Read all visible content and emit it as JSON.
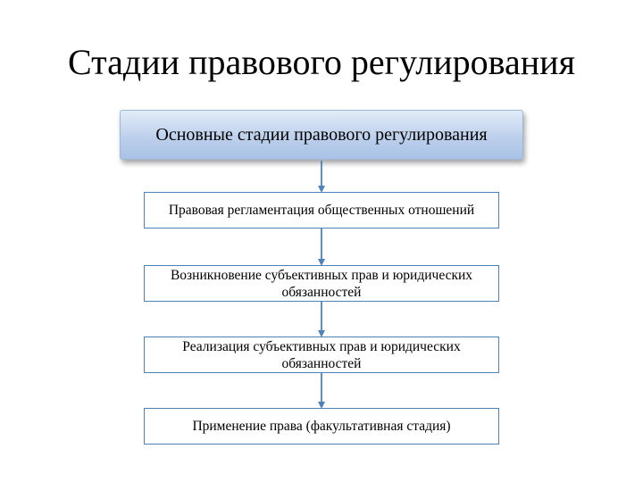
{
  "title": "Стадии правового регулирования",
  "header_box": "Основные стадии правового регулирования",
  "stages": [
    "Правовая регламентация общественных отношений",
    "Возникновение субъективных прав и юридических обязанностей",
    "Реализация субъективных прав и юридических обязанностей",
    "Применение права (факультативная стадия)"
  ],
  "colors": {
    "header_fill": "#bdd0ec",
    "box_border": "#4f81bd",
    "connector": "#4f81bd"
  }
}
